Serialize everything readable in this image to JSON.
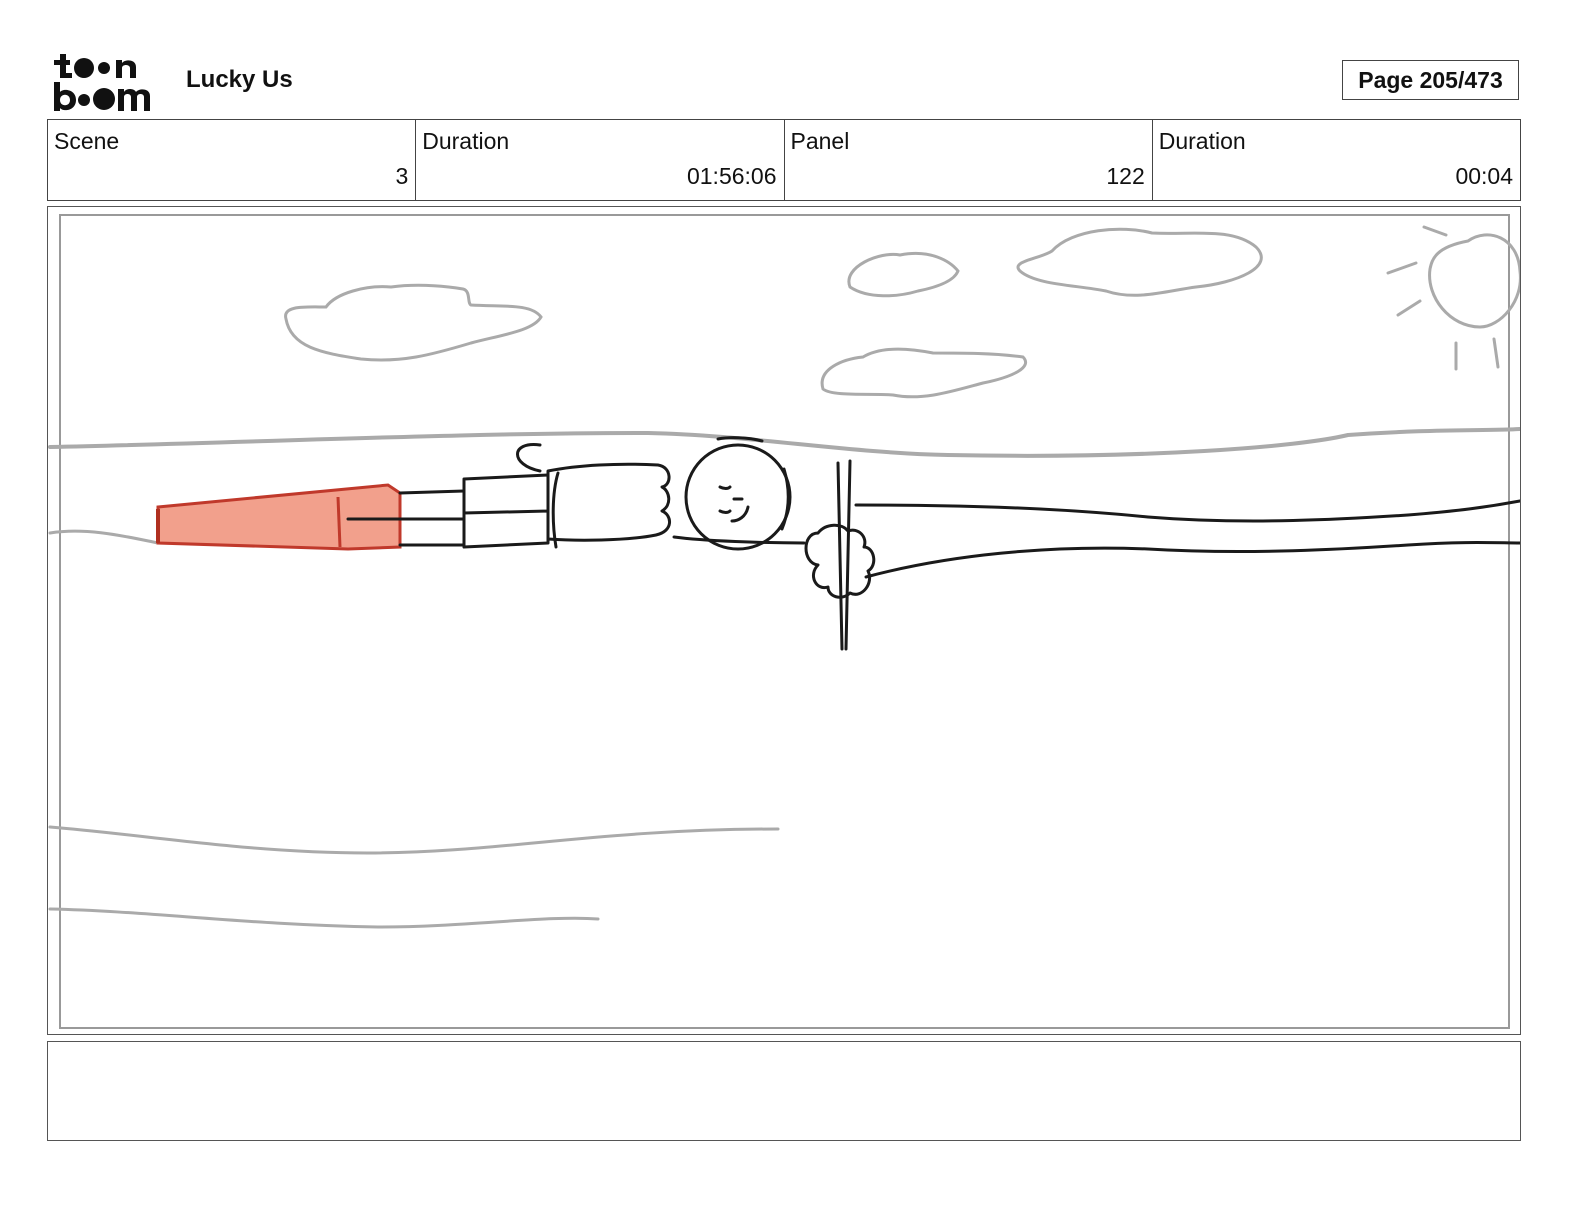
{
  "header": {
    "logo_text": "toon boom",
    "project_title": "Lucky Us",
    "page_label": "Page 205/473"
  },
  "info": [
    {
      "label": "Scene",
      "value": "3"
    },
    {
      "label": "Duration",
      "value": "01:56:06"
    },
    {
      "label": "Panel",
      "value": "122"
    },
    {
      "label": "Duration",
      "value": "00:04"
    }
  ],
  "colors": {
    "skirt_fill": "#f2a08c",
    "skirt_outline": "#c0392b",
    "sketch_line": "#1a1a1a",
    "sky_line": "#aaaaaa"
  },
  "notes": {
    "text": ""
  }
}
